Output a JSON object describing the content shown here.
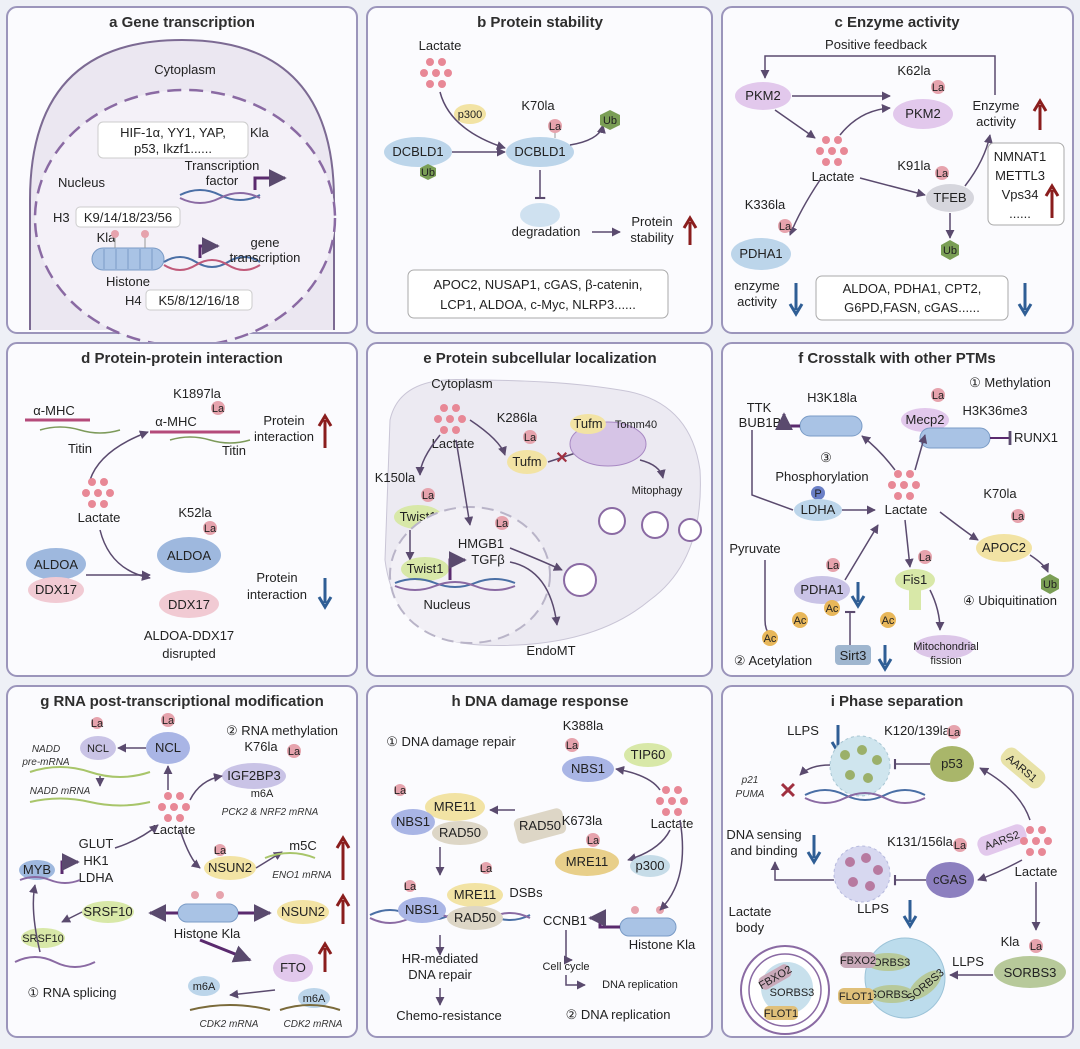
{
  "colors": {
    "panel_bg": "#fbfbfe",
    "panel_border": "#9b95bb",
    "up_arrow": "#8a1d1d",
    "down_arrow": "#2f5e95",
    "purple": "#6b4b8c",
    "la_pink": "#e6a3ad",
    "ub_green": "#6b8f46"
  },
  "panels": {
    "a": {
      "title": "a Gene transcription",
      "cytoplasm": "Cytoplasm",
      "nucleus": "Nucleus",
      "tf_list_1": "HIF-1α, YY1, YAP,",
      "tf_list_2": "p53, Ikzf1......",
      "kla": "Kla",
      "tf_1": "Transcription",
      "tf_2": "factor",
      "h3": "H3",
      "h3_sites": "K9/14/18/23/56",
      "kla2": "Kla",
      "gene_1": "gene",
      "gene_2": "transcription",
      "histone": "Histone",
      "h4": "H4",
      "h4_sites": "K5/8/12/16/18"
    },
    "b": {
      "title": "b Protein stability",
      "lactate": "Lactate",
      "p300": "p300",
      "site": "K70la",
      "protein": "DCBLD1",
      "protein2": "DCBLD1",
      "ub": "Ub",
      "ub2": "Ub",
      "degradation": "degradation",
      "stab_1": "Protein",
      "stab_2": "stability",
      "list_1": "APOC2, NUSAP1, cGAS, β-catenin,",
      "list_2": "LCP1, ALDOA, c-Myc, NLRP3......"
    },
    "c": {
      "title": "c Enzyme activity",
      "feedback": "Positive feedback",
      "pkm2": "PKM2",
      "pkm2b": "PKM2",
      "site_pkm2": "K62la",
      "lactate": "Lactate",
      "enz_1": "Enzyme",
      "enz_2": "activity",
      "site_tfeb": "K91la",
      "tfeb": "TFEB",
      "site_pdha1": "K336la",
      "pdha1": "PDHA1",
      "ub": "Ub",
      "up_list": [
        "NMNAT1",
        "METTL3",
        "Vps34",
        "......"
      ],
      "down_1": "enzyme",
      "down_2": "activity",
      "list_1": "ALDOA, PDHA1, CPT2,",
      "list_2": "G6PD,FASN, cGAS......"
    },
    "d": {
      "title": "d Protein-protein interaction",
      "amhc": "α-MHC",
      "amhc2": "α-MHC",
      "titin": "Titin",
      "titin2": "Titin",
      "site": "K1897la",
      "int_1": "Protein",
      "int_2": "interaction",
      "lactate": "Lactate",
      "site2": "K52la",
      "aldoa": "ALDOA",
      "aldoa2": "ALDOA",
      "ddx17": "DDX17",
      "ddx17b": "DDX17",
      "int2_1": "Protein",
      "int2_2": "interaction",
      "disr_1": "ALDOA-DDX17",
      "disr_2": "disrupted"
    },
    "e": {
      "title": "e Protein subcellular localization",
      "cytoplasm": "Cytoplasm",
      "lactate": "Lactate",
      "site_tufm": "K286la",
      "tufm": "Tufm",
      "tufm2": "Tufm",
      "tomm40": "Tomm40",
      "mitophagy": "Mitophagy",
      "site_twist": "K150la",
      "twist1": "Twist1",
      "twist1b": "Twist1",
      "hmgb1": "HMGB1",
      "tgfb": "TGFβ",
      "nucleus": "Nucleus",
      "endomt": "EndoMT"
    },
    "f": {
      "title": "f Crosstalk with other PTMs",
      "methylation": "① Methylation",
      "ttk": "TTK",
      "bub1b": "BUB1B",
      "h3k18": "H3K18la",
      "mecp2": "Mecp2",
      "h3k36": "H3K36me3",
      "runx1": "RUNX1",
      "phos": "③",
      "phos2": "Phosphorylation",
      "p": "P",
      "ldha": "LDHA",
      "lactate": "Lactate",
      "site_apoc2": "K70la",
      "apoc2": "APOC2",
      "pyruvate": "Pyruvate",
      "pdha1": "PDHA1",
      "fis1": "Fis1",
      "ub": "Ub",
      "ubiq": "④ Ubiquitination",
      "ac": "Ac",
      "acetyl": "② Acetylation",
      "sirt3": "Sirt3",
      "mito_1": "Mitochondrial",
      "mito_2": "fission"
    },
    "g": {
      "title": "g RNA post-transcriptional modification",
      "ncl": "NCL",
      "ncl2": "NCL",
      "nadd_pre_1": "NADD",
      "nadd_pre_2": "pre-mRNA",
      "nadd_mrna": "NADD mRNA",
      "rna_meth": "② RNA methylation",
      "site_igf": "K76la",
      "igf2bp3": "IGF2BP3",
      "m6a": "m6A",
      "pck2": "PCK2 & NRF2 mRNA",
      "lactate": "Lactate",
      "glut": "GLUT",
      "hk1": "HK1",
      "ldha": "LDHA",
      "myb": "MYB",
      "nsun2": "NSUN2",
      "nsun2b": "NSUN2",
      "m5c": "m5C",
      "eno1": "ENO1 mRNA",
      "srsf10": "SRSF10",
      "srsf10b": "SRSF10",
      "histone_kla": "Histone Kla",
      "fto": "FTO",
      "m6a_b": "m6A",
      "m6a_c": "m6A",
      "splicing": "① RNA splicing",
      "cdk2": "CDK2 mRNA",
      "cdk2b": "CDK2 mRNA"
    },
    "h": {
      "title": "h DNA damage response",
      "repair": "① DNA damage repair",
      "site_nbs1": "K388la",
      "nbs1": "NBS1",
      "tip60": "TIP60",
      "mre11": "MRE11",
      "rad50": "RAD50",
      "nbs1b": "NBS1",
      "rad50b": "RAD50",
      "site_mre11": "K673la",
      "mre11b": "MRE11",
      "lactate": "Lactate",
      "p300": "p300",
      "nbs1c": "NBS1",
      "mre11c": "MRE11",
      "rad50c": "RAD50",
      "dsbs": "DSBs",
      "ccnb1": "CCNB1",
      "histone_kla": "Histone Kla",
      "hr_1": "HR-mediated",
      "hr_2": "DNA repair",
      "cellcycle": "Cell cycle",
      "dnarep": "DNA replication",
      "chemo": "Chemo-resistance",
      "dnarep2": "② DNA replication"
    },
    "i": {
      "title": "i Phase separation",
      "llps": "LLPS",
      "site_p53": "K120/139la",
      "p53": "p53",
      "aars1": "AARS1",
      "p21": "p21",
      "puma": "PUMA",
      "sensing_1": "DNA sensing",
      "sensing_2": "and binding",
      "site_cgas": "K131/156la",
      "aars2": "AARS2",
      "cgas": "cGAS",
      "lactate": "Lactate",
      "llps2": "LLPS",
      "lb_1": "Lactate",
      "lb_2": "body",
      "kla": "Kla",
      "llps3": "LLPS",
      "sorbs3": "SORBS3",
      "fbxo2": "FBXO2",
      "flot1": "FLOT1",
      "fbxo2b": "FBXO2",
      "sorbs3b": "SORBS3",
      "flot1b": "FLOT1",
      "sorbs3c": "SORBS3",
      "sorbs3d": "SORBS3",
      "sorbs3e": "SORBS3"
    }
  },
  "la": "La"
}
